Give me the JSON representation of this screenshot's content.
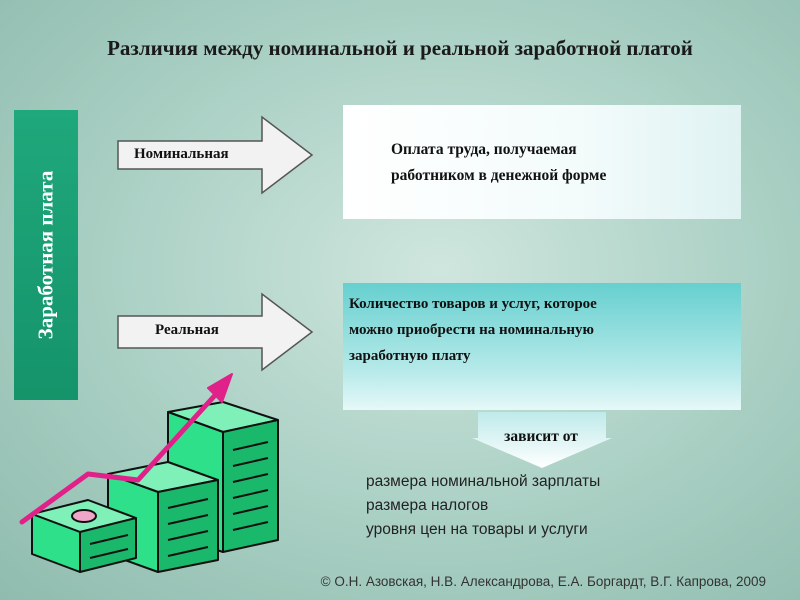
{
  "title": "Различия между номинальной и реальной заработной платой",
  "vertical_label": "Заработная плата",
  "arrows": {
    "nominal": "Номинальная",
    "real": "Реальная"
  },
  "definitions": {
    "nominal": [
      "Оплата труда, получаемая",
      "работником в денежной форме"
    ],
    "real": [
      "Количество товаров и услуг, которое",
      "можно приобрести на номинальную",
      "заработную плату"
    ]
  },
  "depends_label": "зависит от",
  "factors": [
    {
      "bullet": "",
      "text": "размера номинальной зарплаты"
    },
    {
      "bullet": "",
      "text": "размера налогов"
    },
    {
      "bullet": "",
      "text": "уровня цен на товары и услуги"
    }
  ],
  "copyright": "© О.Н. Азовская, Н.В. Александрова, Е.А. Боргардт, В.Г. Капрова, 2009",
  "colors": {
    "bar": "#1fa87b",
    "arrow_fill": "#f2f2f2",
    "real_box": "#66cfcf",
    "money_green": "#2ee08a",
    "growth_arrow": "#e0218a"
  }
}
